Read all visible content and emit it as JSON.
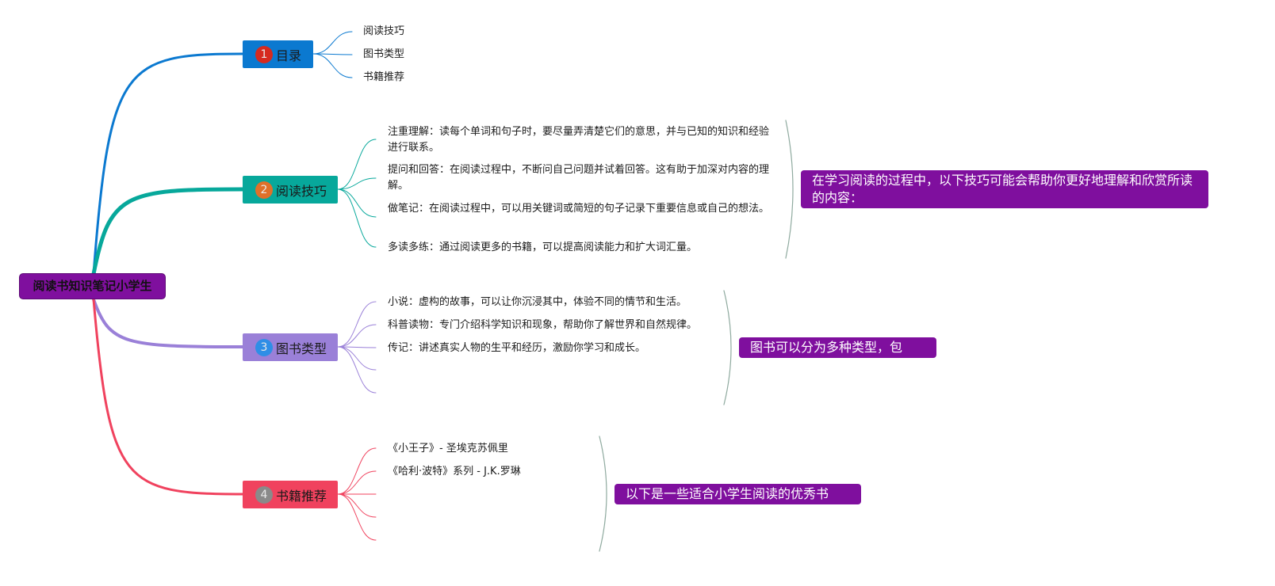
{
  "root": {
    "label": "阅读书知识笔记小学生"
  },
  "branches": [
    {
      "num": "1",
      "label": "目录",
      "color": "#0b79d0",
      "badge_color": "#d62a1f",
      "leaves": [
        "阅读技巧",
        "图书类型",
        "书籍推荐"
      ]
    },
    {
      "num": "2",
      "label": "阅读技巧",
      "color": "#07a89b",
      "badge_color": "#e0702a",
      "leaves": [
        "注重理解：读每个单词和句子时，要尽量弄清楚它们的意思，并与已知的知识和经验进行联系。",
        "提问和回答：在阅读过程中，不断问自己问题并试着回答。这有助于加深对内容的理解。",
        "做笔记：在阅读过程中，可以用关键词或简短的句子记录下重要信息或自己的想法。",
        "多读多练：通过阅读更多的书籍，可以提高阅读能力和扩大词汇量。"
      ],
      "note": "在学习阅读的过程中，以下技巧可能会帮助你更好地理解和欣赏所读的内容："
    },
    {
      "num": "3",
      "label": "图书类型",
      "color": "#9a80d8",
      "badge_color": "#2f8ee6",
      "leaves": [
        "小说：虚构的故事，可以让你沉浸其中，体验不同的情节和生活。",
        "科普读物：专门介绍科学知识和现象，帮助你了解世界和自然规律。",
        "传记：讲述真实人物的生平和经历，激励你学习和成长。"
      ],
      "note": "图书可以分为多种类型，包括："
    },
    {
      "num": "4",
      "label": "书籍推荐",
      "color": "#f0425e",
      "badge_color": "#8a8a8a",
      "leaves": [
        "《小王子》- 圣埃克苏佩里",
        "《哈利·波特》系列 - J.K.罗琳"
      ],
      "note": "以下是一些适合小学生阅读的优秀书籍："
    }
  ],
  "colors": {
    "root_fill": "#7f0f9e",
    "note_fill": "#7f0f9e",
    "bracket": "#8faa9f"
  }
}
